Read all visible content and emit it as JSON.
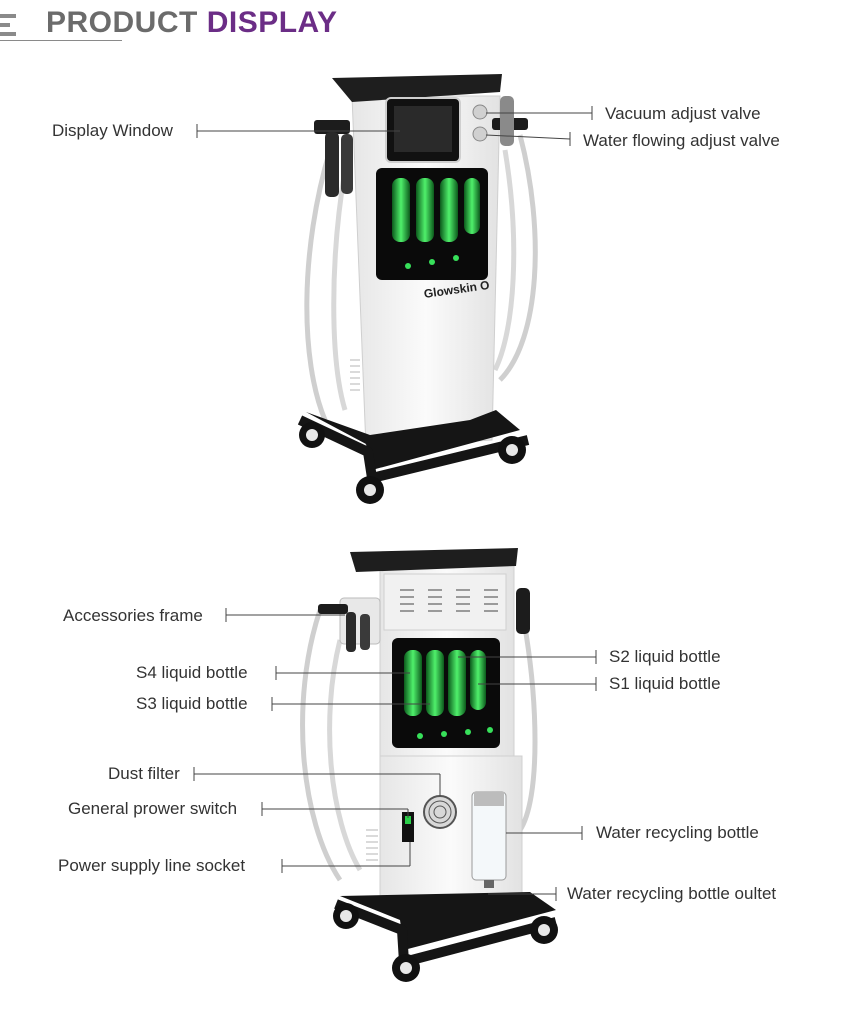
{
  "header": {
    "title_part1": "PRODUCT",
    "title_part2": "DISPLAY"
  },
  "front_view": {
    "brand_text": "Glowskin O",
    "labels": {
      "display_window": "Display Window",
      "vacuum_adjust_valve": "Vacuum adjust valve",
      "water_flowing_adjust_valve": "Water flowing adjust valve"
    }
  },
  "back_view": {
    "labels": {
      "accessories_frame": "Accessories frame",
      "s4_liquid_bottle": "S4 liquid bottle",
      "s3_liquid_bottle": "S3 liquid bottle",
      "s2_liquid_bottle": "S2 liquid bottle",
      "s1_liquid_bottle": "S1 liquid bottle",
      "dust_filter": "Dust filter",
      "general_power_switch": "General prower switch",
      "power_supply_line_socket": "Power supply line socket",
      "water_recycling_bottle": "Water recycling bottle",
      "water_recycling_bottle_outlet": "Water recycling bottle oultet"
    }
  },
  "colors": {
    "title_gray": "#6b6b6b",
    "title_purple": "#6b2d86",
    "bottle_glow": "#2bd04a",
    "machine_dark": "#1a1a1a"
  }
}
